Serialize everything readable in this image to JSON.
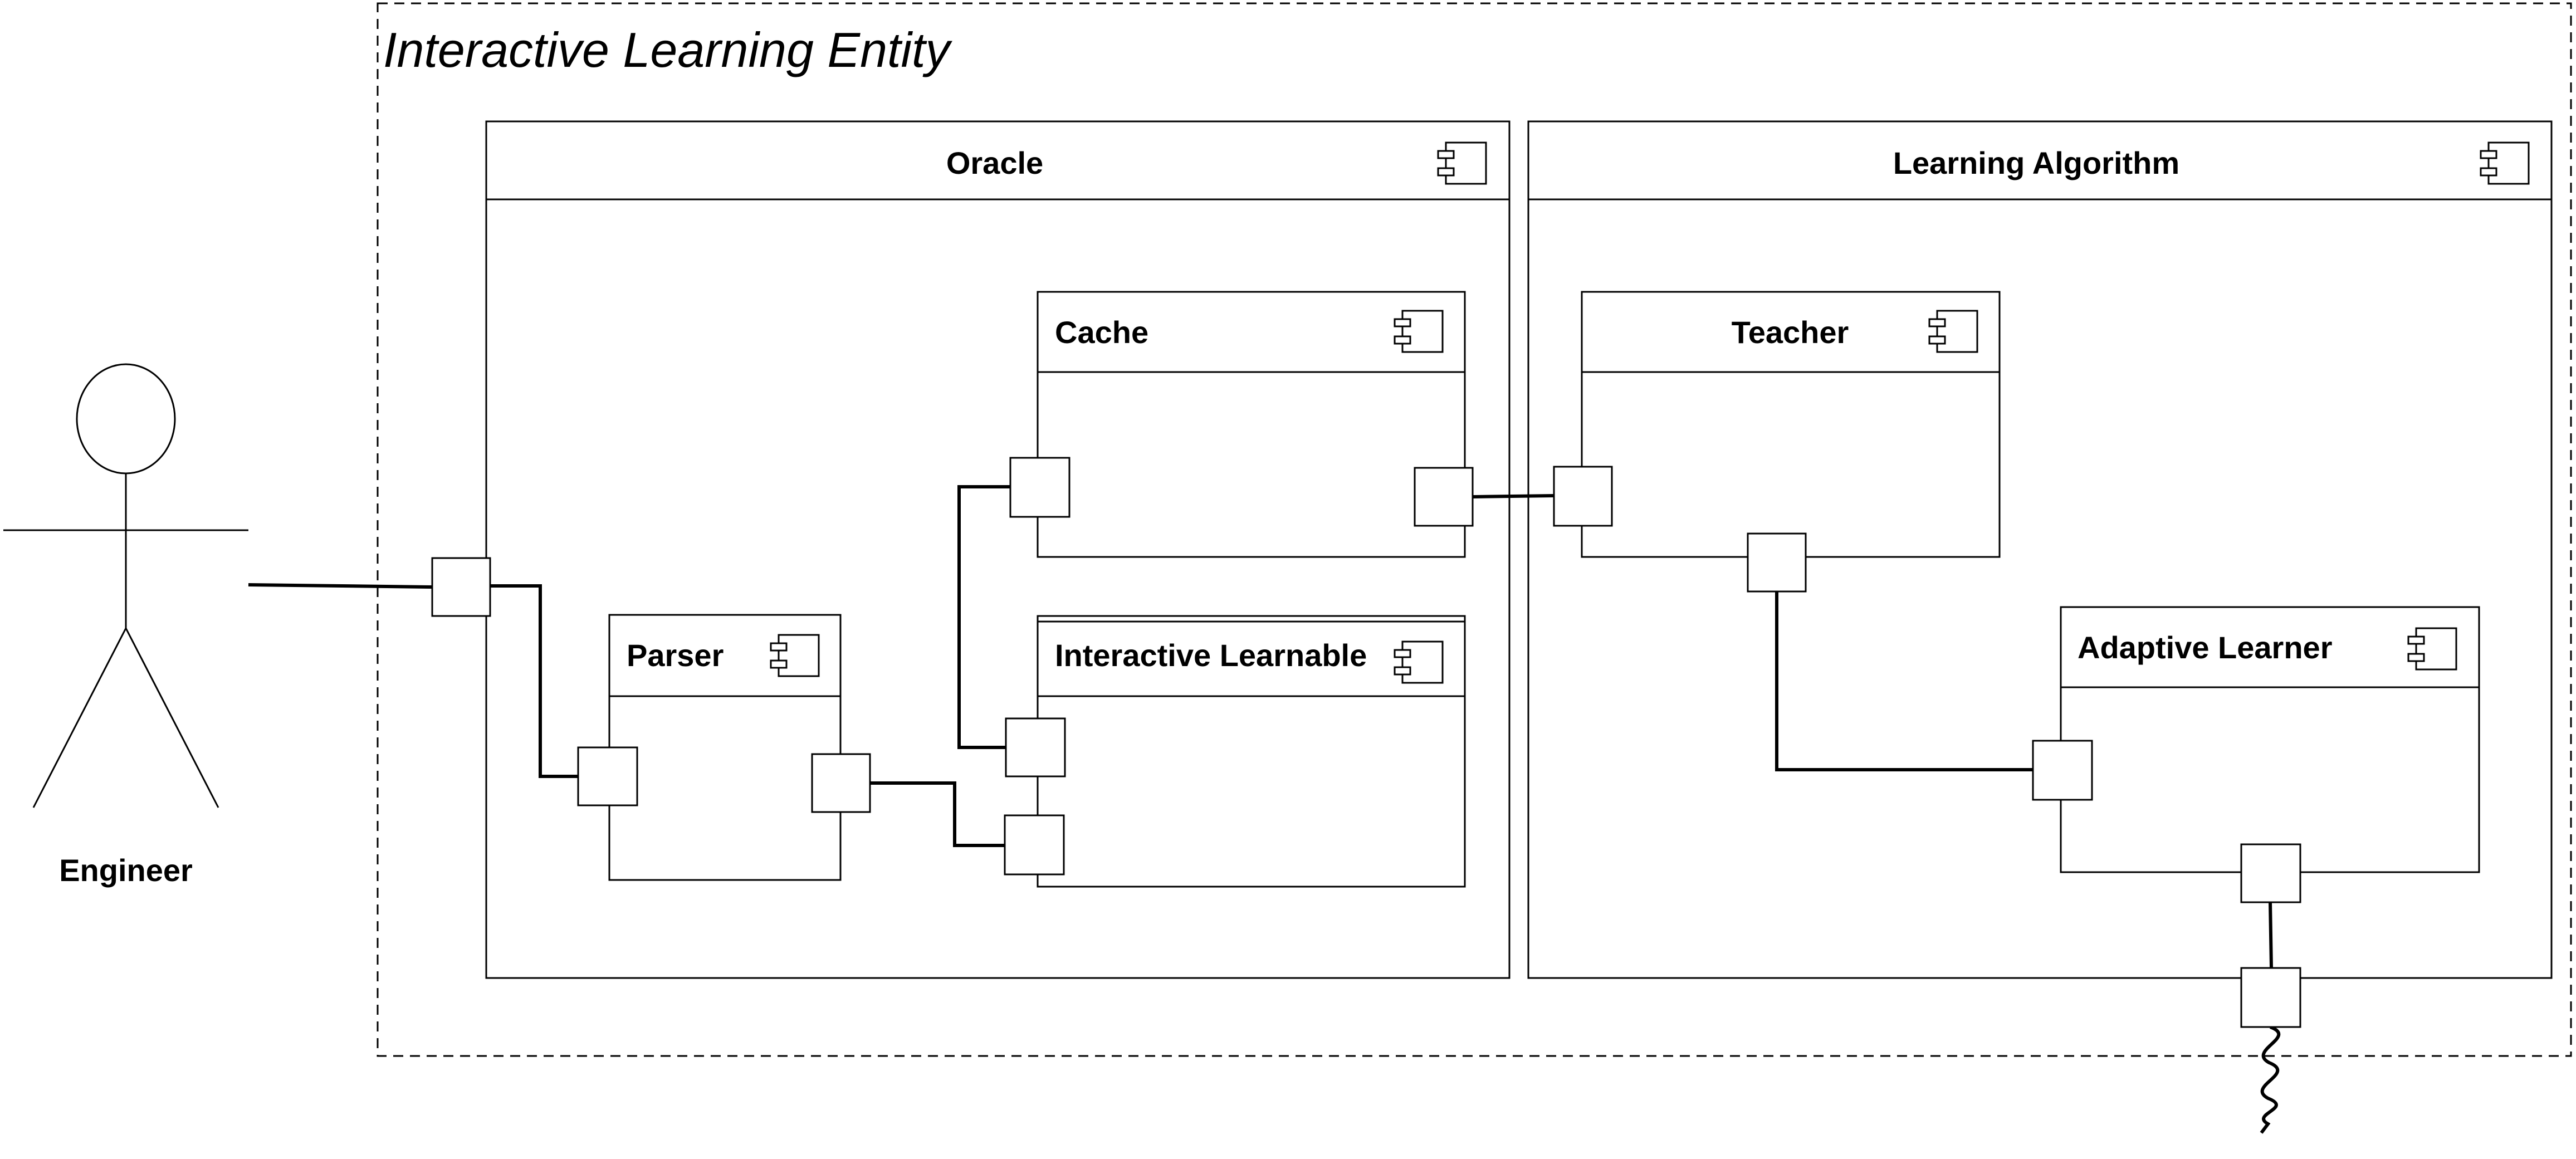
{
  "diagram": {
    "frame_title": "Interactive Learning Entity",
    "actor": "Engineer",
    "components": {
      "oracle": "Oracle",
      "learning_algorithm": "Learning Algorithm",
      "cache": "Cache",
      "parser": "Parser",
      "interactive_learnable": "Interactive Learnable",
      "teacher": "Teacher",
      "adaptive_learner": "Adaptive Learner"
    },
    "icon": "uml-component-icon"
  }
}
